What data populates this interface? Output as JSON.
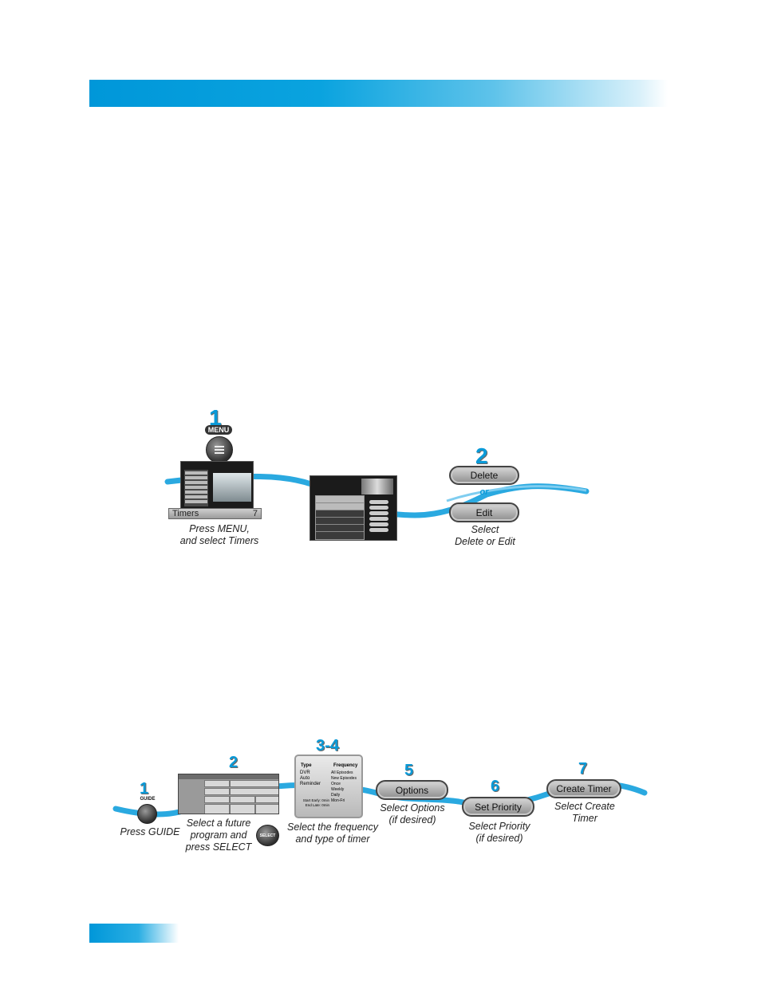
{
  "diagram1": {
    "step1": {
      "number": "1",
      "menu_label": "MENU",
      "timers_label": "Timers",
      "timers_number": "7",
      "caption_line1": "Press MENU,",
      "caption_line2": "and select Timers"
    },
    "step2": {
      "number": "2",
      "delete_label": "Delete",
      "or_label": "or",
      "edit_label": "Edit",
      "caption_line1": "Select",
      "caption_line2": "Delete or Edit"
    }
  },
  "diagram2": {
    "step1": {
      "number": "1",
      "guide_label": "GUIDE",
      "caption": "Press GUIDE"
    },
    "step2": {
      "number": "2",
      "caption_line1": "Select a future",
      "caption_line2": "program and",
      "caption_line3": "press SELECT",
      "select_label": "SELECT"
    },
    "step34": {
      "number": "3-4",
      "caption_line1": "Select the frequency",
      "caption_line2": "and type of timer",
      "type_header": "Type",
      "frequency_header": "Frequency",
      "types": [
        "DVR",
        "Auto",
        "Reminder"
      ],
      "frequencies": [
        "All Episodes",
        "New Episodes",
        "Once",
        "Weekly",
        "Daily",
        "Mon-Fri"
      ],
      "start_early": "Start Early: 0min",
      "end_late": "End Late: 0min"
    },
    "step5": {
      "number": "5",
      "button_label": "Options",
      "caption_line1": "Select Options",
      "caption_line2": "(if desired)"
    },
    "step6": {
      "number": "6",
      "button_label": "Set Priority",
      "caption_line1": "Select Priority",
      "caption_line2": "(if desired)"
    },
    "step7": {
      "number": "7",
      "button_label": "Create Timer",
      "caption_line1": "Select Create",
      "caption_line2": "Timer"
    }
  },
  "colors": {
    "accent_blue": "#0a9ad8",
    "wave_blue": "#2aa9e0"
  },
  "icons": [
    "menu-icon",
    "guide-button-icon",
    "select-button-icon"
  ]
}
